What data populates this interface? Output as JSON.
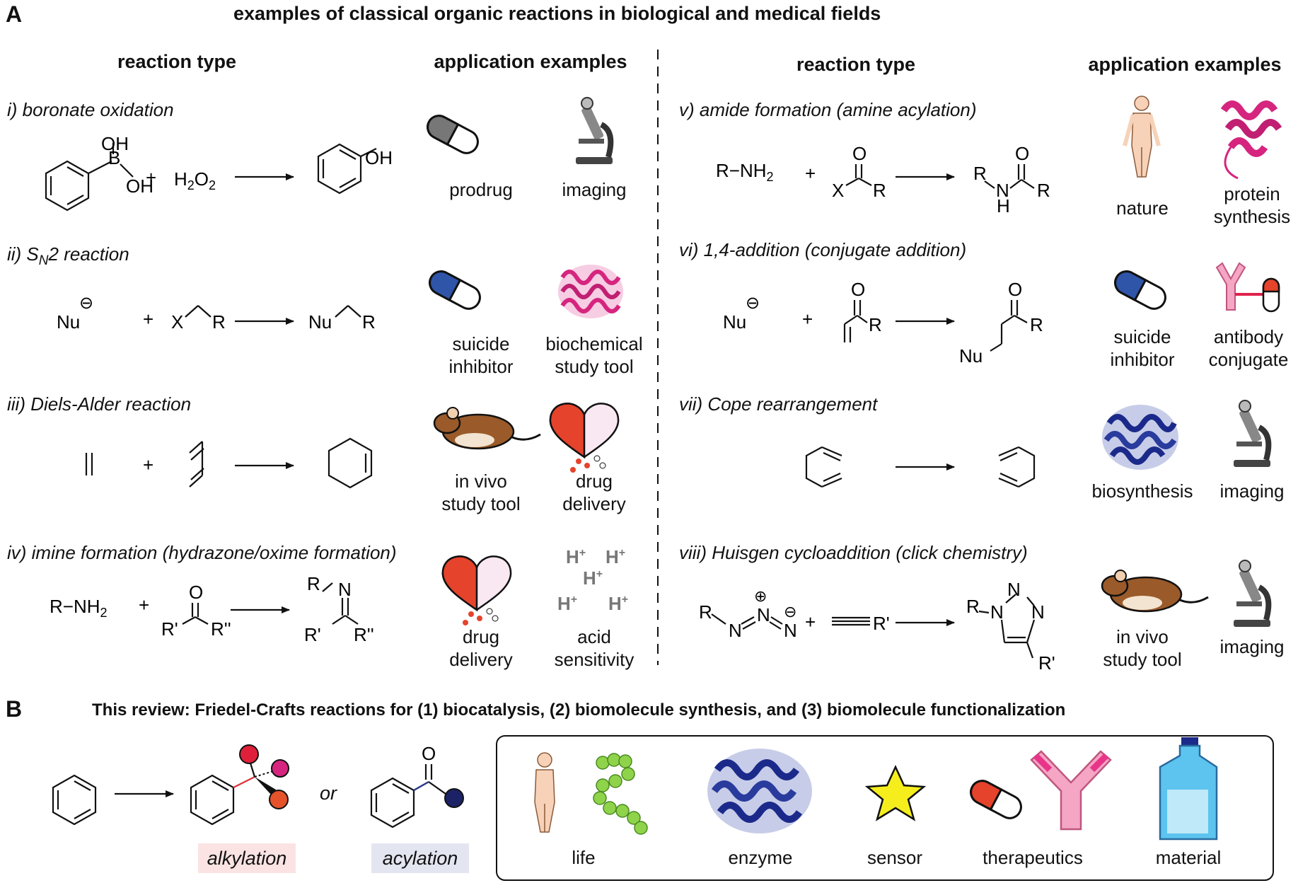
{
  "panel_a": {
    "letter": "A",
    "title": "examples of classical organic reactions in biological and medical fields",
    "left_header_type": "reaction type",
    "left_header_apps": "application examples",
    "right_header_type": "reaction type",
    "right_header_apps": "application examples"
  },
  "reactions": [
    {
      "title": "i) boronate oxidation",
      "apps": [
        "prodrug",
        "imaging"
      ]
    },
    {
      "title_pre": "ii) S",
      "title_sub": "N",
      "title_post": "2 reaction",
      "apps": [
        "suicide\ninhibitor",
        "biochemical\nstudy tool"
      ]
    },
    {
      "title": "iii) Diels-Alder reaction",
      "apps": [
        "in vivo\nstudy tool",
        "drug\ndelivery"
      ]
    },
    {
      "title": "iv) imine formation (hydrazone/oxime formation)",
      "apps": [
        "drug\ndelivery",
        "acid\nsensitivity"
      ]
    },
    {
      "title": "v) amide formation (amine acylation)",
      "apps": [
        "nature",
        "protein\nsynthesis"
      ]
    },
    {
      "title": "vi) 1,4-addition (conjugate addition)",
      "apps": [
        "suicide\ninhibitor",
        "antibody\nconjugate"
      ]
    },
    {
      "title": "vii) Cope rearrangement",
      "apps": [
        "biosynthesis",
        "imaging"
      ]
    },
    {
      "title": "viii) Huisgen cycloaddition (click chemistry)",
      "apps": [
        "in vivo\nstudy tool",
        "imaging"
      ]
    }
  ],
  "chem": {
    "oh": "OH",
    "b": "B",
    "plus": "+",
    "h": "H",
    "o": "O",
    "two": "2",
    "nu": "Nu",
    "x": "X",
    "r": "R",
    "n": "N",
    "nh": "NH",
    "r1": "R'",
    "r2": "R''",
    "minus": "⊖",
    "plus_charge": "⊕",
    "hplus": "H"
  },
  "panel_b": {
    "letter": "B",
    "title": "This review: Friedel-Crafts reactions for (1) biocatalysis, (2) biomolecule synthesis, and (3) biomolecule functionalization",
    "or": "or",
    "alkylation": "alkylation",
    "acylation": "acylation",
    "alkylation_bg": "#fbe3e3",
    "acylation_bg": "#e3e5f1",
    "box_labels": [
      "life",
      "enzyme",
      "sensor",
      "therapeutics",
      "material"
    ]
  },
  "icons": [
    "capsule-icon",
    "microscope-icon",
    "protein-helix-icon",
    "mouse-icon",
    "heart-drug-icon",
    "human-body-icon",
    "antibody-icon",
    "enzyme-icon",
    "peptide-chain-icon",
    "star-icon",
    "bottle-icon"
  ],
  "colors": {
    "accent_blue": "#2f55a8",
    "accent_red": "#e5432b",
    "magenta": "#d6257f",
    "navy": "#1b2a8a"
  }
}
